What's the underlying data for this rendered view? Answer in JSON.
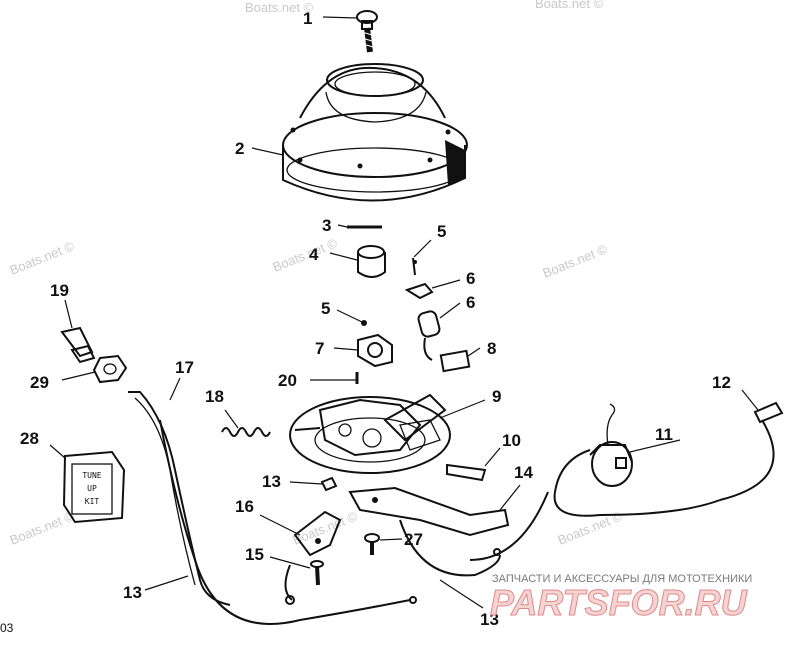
{
  "diagram": {
    "watermark": "Boats.net ©",
    "fig_code": "03",
    "brand": {
      "subtitle": "ЗАПЧАСТИ И АКСЕССУАРЫ ДЛЯ МОТОТЕХНИКИ",
      "name": "PARTSFOR.RU"
    },
    "kit_box": {
      "line1": "TUNE",
      "line2": "UP",
      "line3": "KIT"
    },
    "callouts": {
      "c1": "1",
      "c2": "2",
      "c3": "3",
      "c4": "4",
      "c5a": "5",
      "c5b": "5",
      "c6a": "6",
      "c6b": "6",
      "c7": "7",
      "c8": "8",
      "c9": "9",
      "c10": "10",
      "c11": "11",
      "c12": "12",
      "c13a": "13",
      "c13b": "13",
      "c13c": "13",
      "c14": "14",
      "c15": "15",
      "c16": "16",
      "c17": "17",
      "c18": "18",
      "c19": "19",
      "c20": "20",
      "c27": "27",
      "c28": "28",
      "c29": "29"
    }
  }
}
